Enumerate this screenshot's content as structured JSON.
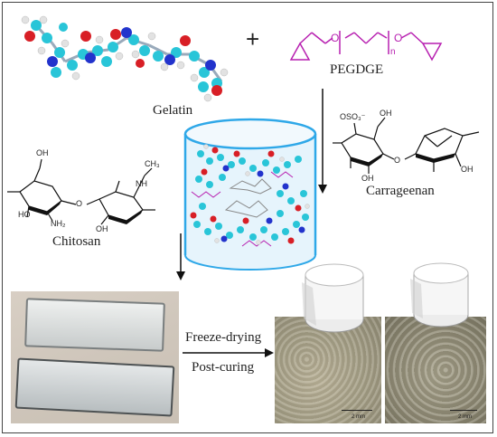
{
  "labels": {
    "gelatin": "Gelatin",
    "plus": "+",
    "pegdge": "PEGDGE",
    "chitosan": "Chitosan",
    "carrageenan": "Carrageenan",
    "freeze_drying": "Freeze-drying",
    "post_curing": "Post-curing"
  },
  "chem_text": {
    "peg_o1": "O",
    "peg_n": "n",
    "peg_o2": "O",
    "chitosan_oh1": "OH",
    "chitosan_ho": "HO",
    "chitosan_nh2": "NH₂",
    "chitosan_nh": "NH",
    "chitosan_oh2": "OH",
    "chitosan_ch3": "CH₃",
    "chitosan_o": "O",
    "carr_oso3": "OSO₃⁻",
    "carr_oh1": "OH",
    "carr_oh2": "OH",
    "carr_oh3": "OH",
    "carr_o": "O"
  },
  "scale_bars": {
    "left": "2 mm",
    "right": "2 mm"
  },
  "colors": {
    "carbon": "#29c5d8",
    "oxygen": "#d81f26",
    "nitrogen": "#2233cc",
    "hydrogen": "#dcdcdc",
    "peg": "#b71fb0",
    "cylinder": "#2fa8e8"
  }
}
